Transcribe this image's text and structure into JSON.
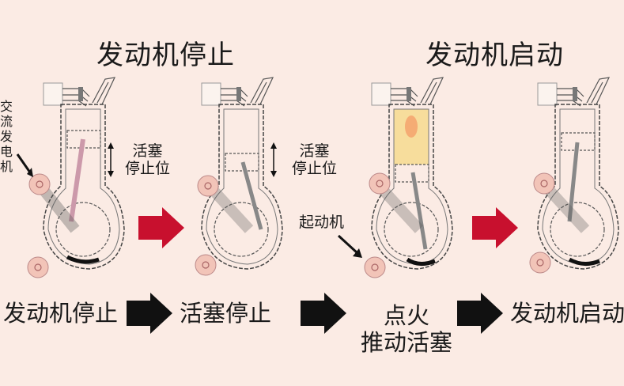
{
  "titles": {
    "left": "发动机停止",
    "right": "发动机启动"
  },
  "annotations": {
    "alternator": "交流发电机",
    "piston_stop_1_line1": "活塞",
    "piston_stop_1_line2": "停止位",
    "piston_stop_2_line1": "活塞",
    "piston_stop_2_line2": "停止位",
    "starter": "起动机"
  },
  "steps": [
    {
      "label": "发动机停止"
    },
    {
      "label": "活塞停止"
    },
    {
      "label_line1": "点火",
      "label_line2": "推动活塞"
    },
    {
      "label": "发动机启动"
    }
  ],
  "colors": {
    "background": "#fbebe4",
    "red_arrow": "#c8102e",
    "pulley": "#f2c4b8",
    "flame": "#f6d98a"
  }
}
